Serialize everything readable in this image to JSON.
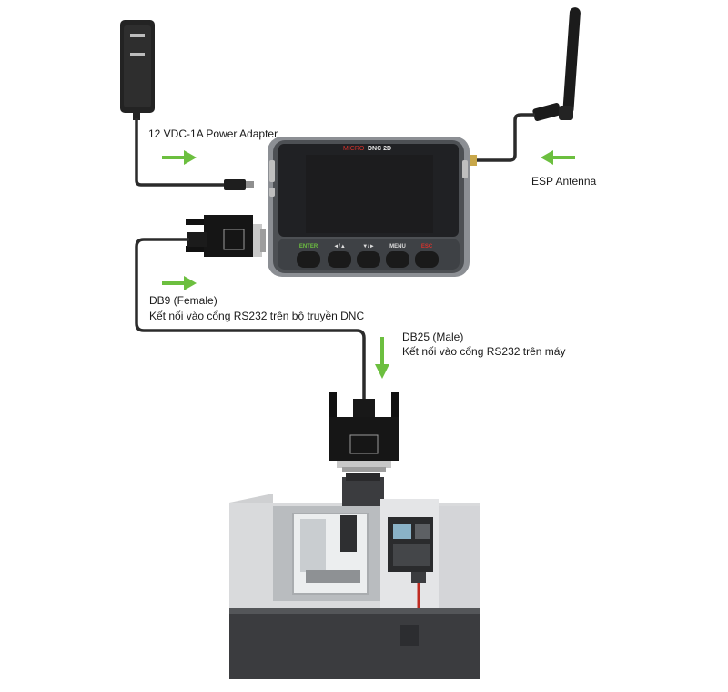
{
  "labels": {
    "power_adapter": "12 VDC-1A Power Adapter",
    "esp_antenna": "ESP Antenna",
    "db9_title": "DB9 (Female)",
    "db9_desc": "Kết nối vào cổng RS232 trên bộ truyền DNC",
    "db25_title": "DB25 (Male)",
    "db25_desc": "Kết nối vào cổng RS232 trên máy"
  },
  "device": {
    "brand": "MICRO",
    "model": "DNC 2D",
    "buttons": [
      "ENTER",
      "◄/▲",
      "▼/►",
      "MENU",
      "ESC"
    ]
  },
  "colors": {
    "arrow": "#6cbf3f",
    "cable": "#2b2b2b",
    "device_body": "#8c8f94",
    "screen": "#1c1c1e",
    "brand_red": "#d6322c",
    "machine_gray": "#d9dadc",
    "machine_dark": "#3b3c3f"
  }
}
